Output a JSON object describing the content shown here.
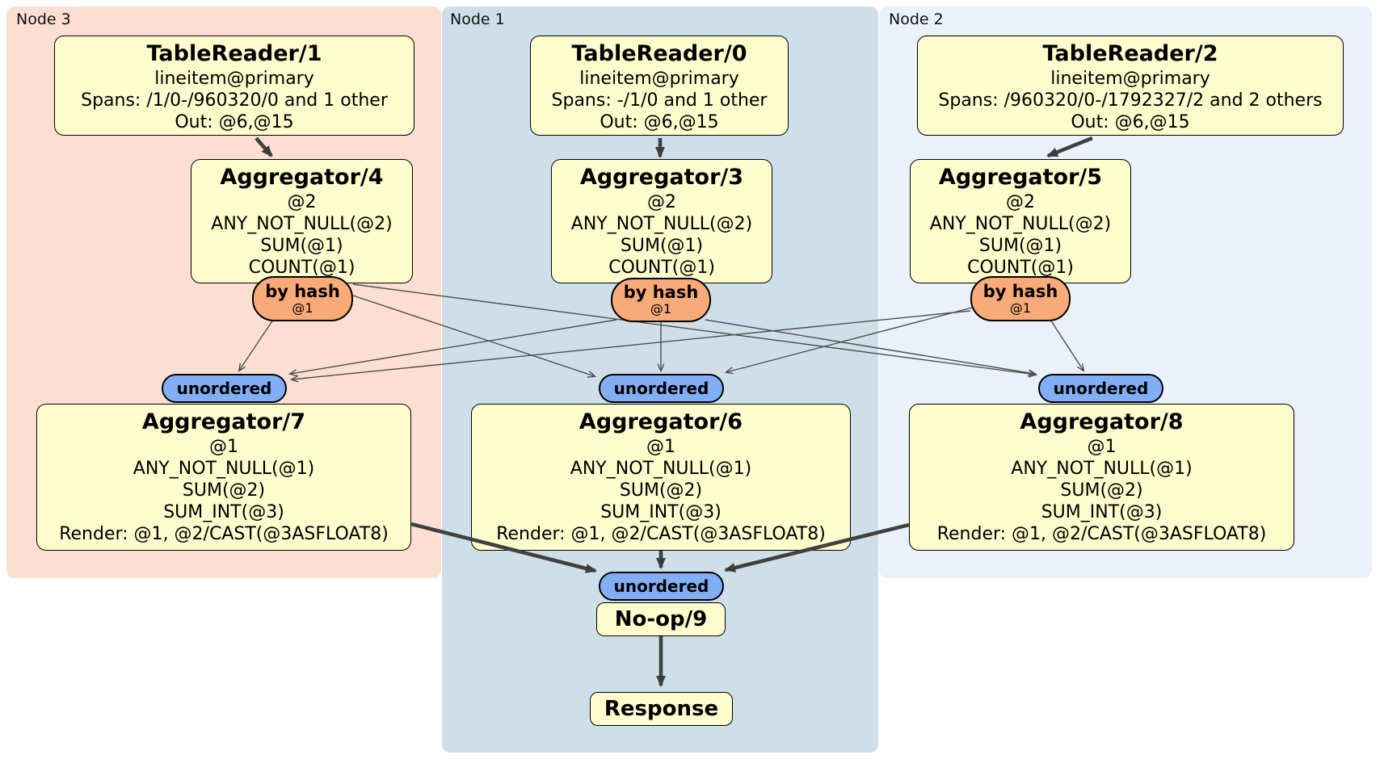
{
  "diagram": {
    "regions": [
      {
        "label": "Node 3"
      },
      {
        "label": "Node 1"
      },
      {
        "label": "Node 2"
      }
    ],
    "router": {
      "label": "by hash",
      "sub": "@1"
    },
    "sync": {
      "label": "unordered"
    },
    "nodes": {
      "tr1": {
        "title": "TableReader/1",
        "lines": [
          "lineitem@primary",
          "Spans: /1/0-/960320/0 and 1 other",
          "Out: @6,@15"
        ]
      },
      "tr0": {
        "title": "TableReader/0",
        "lines": [
          "lineitem@primary",
          "Spans: -/1/0 and 1 other",
          "Out: @6,@15"
        ]
      },
      "tr2": {
        "title": "TableReader/2",
        "lines": [
          "lineitem@primary",
          "Spans: /960320/0-/1792327/2 and 2 others",
          "Out: @6,@15"
        ]
      },
      "agg4": {
        "title": "Aggregator/4",
        "lines": [
          "@2",
          "ANY_NOT_NULL(@2)",
          "SUM(@1)",
          "COUNT(@1)"
        ]
      },
      "agg3": {
        "title": "Aggregator/3",
        "lines": [
          "@2",
          "ANY_NOT_NULL(@2)",
          "SUM(@1)",
          "COUNT(@1)"
        ]
      },
      "agg5": {
        "title": "Aggregator/5",
        "lines": [
          "@2",
          "ANY_NOT_NULL(@2)",
          "SUM(@1)",
          "COUNT(@1)"
        ]
      },
      "agg7": {
        "title": "Aggregator/7",
        "lines": [
          "@1",
          "ANY_NOT_NULL(@1)",
          "SUM(@2)",
          "SUM_INT(@3)",
          "Render: @1, @2/CAST(@3ASFLOAT8)"
        ]
      },
      "agg6": {
        "title": "Aggregator/6",
        "lines": [
          "@1",
          "ANY_NOT_NULL(@1)",
          "SUM(@2)",
          "SUM_INT(@3)",
          "Render: @1, @2/CAST(@3ASFLOAT8)"
        ]
      },
      "agg8": {
        "title": "Aggregator/8",
        "lines": [
          "@1",
          "ANY_NOT_NULL(@1)",
          "SUM(@2)",
          "SUM_INT(@3)",
          "Render: @1, @2/CAST(@3ASFLOAT8)"
        ]
      },
      "noop": {
        "title": "No-op/9"
      },
      "response": {
        "title": "Response"
      }
    },
    "colors": {
      "node3_bg": "#fcdfd2",
      "node1_bg": "#cfdfe9",
      "node2_bg": "#eaf1fb",
      "box_bg": "#fdfccd",
      "router_bg": "#f8ab79",
      "sync_bg": "#82aef5",
      "edge_thin": "#4d4d4d",
      "edge_thick": "#404040"
    }
  }
}
